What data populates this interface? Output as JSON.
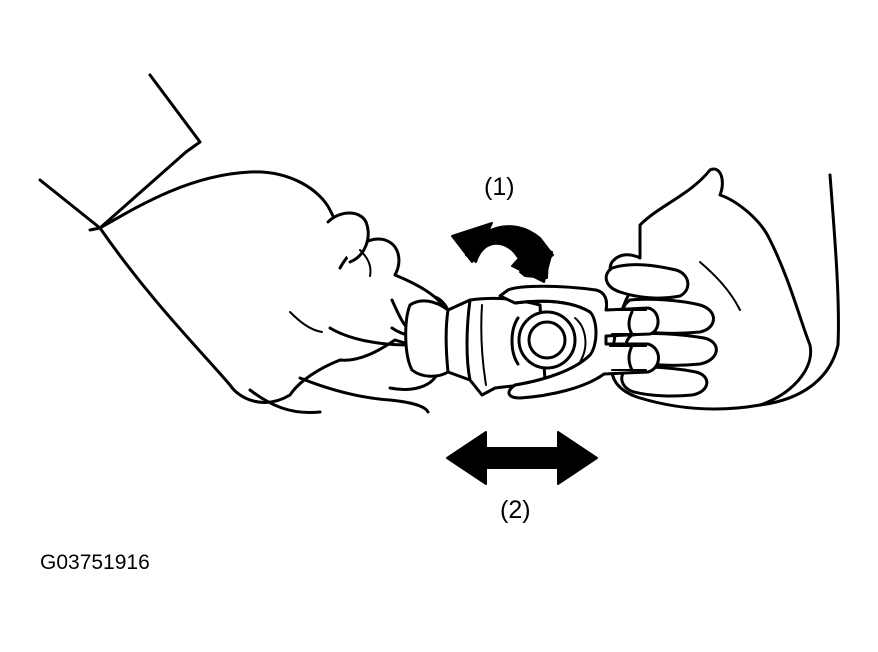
{
  "labels": {
    "step1": "(1)",
    "step2": "(2)"
  },
  "figure_id": "G03751916",
  "icons": {
    "rotate_arrow": "curved-double-arrow-icon",
    "slide_arrow": "horizontal-double-arrow-icon"
  },
  "colors": {
    "line": "#000000",
    "background": "#ffffff"
  }
}
